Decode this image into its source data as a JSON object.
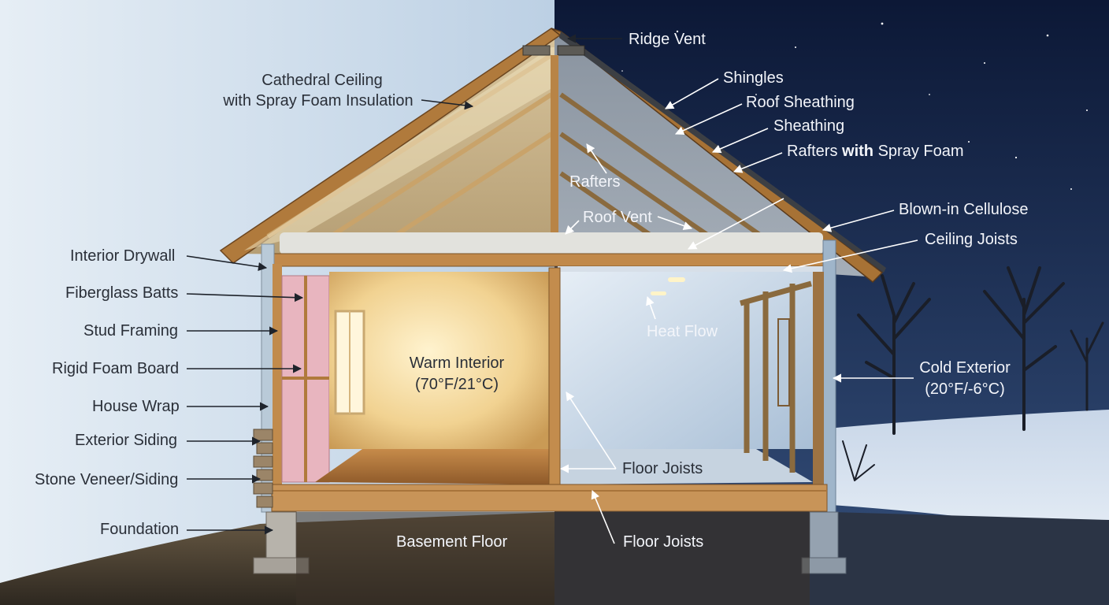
{
  "labels": {
    "cathedral_ceiling_1": "Cathedral Ceiling",
    "cathedral_ceiling_2": "with Spray Foam Insulation",
    "ridge_vent": "Ridge Vent",
    "shingles": "Shingles",
    "roof_sheathing": "Roof Sheathing",
    "sheathing": "Sheathing",
    "rafters_spray_a": "Rafters ",
    "rafters_spray_b": "with",
    "rafters_spray_c": " Spray Foam",
    "rafters": "Rafters",
    "roof_vent": "Roof Vent",
    "blown_in_cellulose": "Blown-in Cellulose",
    "ceiling_joists": "Ceiling Joists",
    "interior_drywall": "Interior Drywall",
    "fiberglass_batts": "Fiberglass Batts",
    "stud_framing": "Stud Framing",
    "rigid_foam_board": "Rigid Foam Board",
    "house_wrap": "House Wrap",
    "exterior_siding": "Exterior Siding",
    "stone_veneer": "Stone Veneer/Siding",
    "foundation": "Foundation",
    "warm_interior_1": "Warm Interior",
    "warm_interior_2": "(70°F/21°C)",
    "heat_flow": "Heat Flow",
    "cold_exterior_1": "Cold Exterior",
    "cold_exterior_2": "(20°F/-6°C)",
    "floor_joists_upper": "Floor Joists",
    "floor_joists_lower": "Floor Joists",
    "basement_floor": "Basement Floor"
  },
  "colors": {
    "warm_sky": "#dfe9f2",
    "night_sky": "#14254a",
    "wood": "#b98a4e",
    "insulation_pink": "#e7b3be",
    "snow": "#dbe6f2",
    "warm_light": "#f6dca2"
  }
}
